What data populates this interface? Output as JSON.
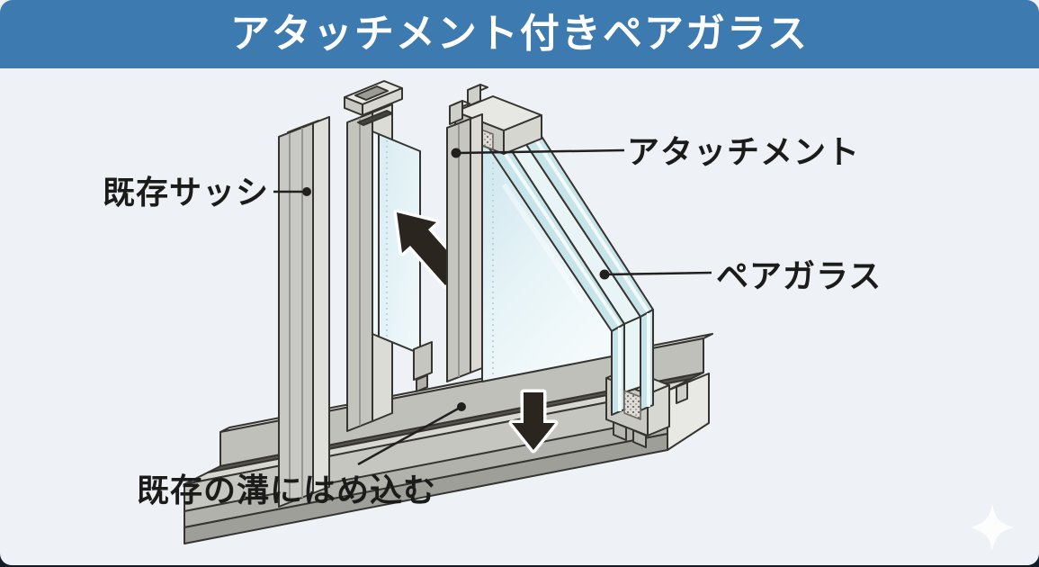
{
  "header": {
    "title": "アタッチメント付きペアガラス",
    "bg_color": "#3d7aaf",
    "text_color": "#ffffff"
  },
  "canvas": {
    "bg_color": "#eef2f6",
    "bottom_bar_color": "#101d28"
  },
  "labels": {
    "existing_sash": "既存サッシ",
    "attachment": "アタッチメント",
    "pair_glass": "ペアガラス",
    "fit_into_groove": "既存の溝にはめ込む"
  },
  "diagram": {
    "description_parts": [
      "existing-sash-vertical-frame",
      "single-glass-pane-with-up-left-removal-arrow",
      "pair-glass-unit-with-attachment-frame",
      "bottom-rail-with-down-insertion-arrow",
      "sparkle-decoration"
    ],
    "arrow_color": "#2b2520",
    "frame_color": "#c6c6c1",
    "glass_color": "#cfe7ee",
    "line_color": "#35342f"
  }
}
